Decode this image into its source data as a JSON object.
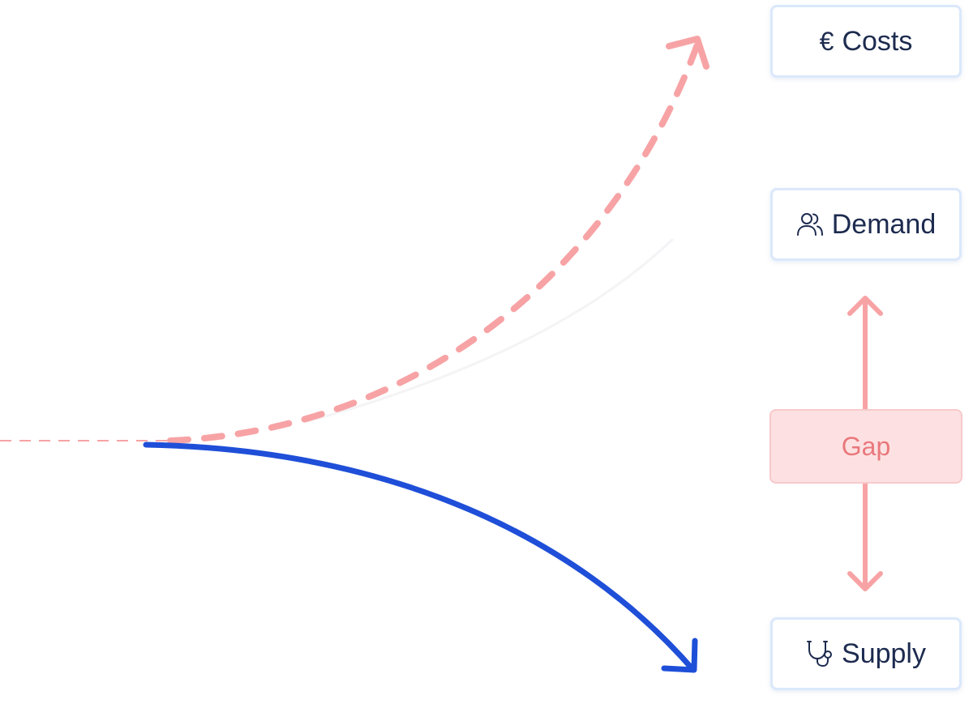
{
  "nodes": {
    "costs": {
      "label": "Costs",
      "icon": "euro-icon"
    },
    "demand": {
      "label": "Demand",
      "icon": "users-icon"
    },
    "gap": {
      "label": "Gap"
    },
    "supply": {
      "label": "Supply",
      "icon": "stethoscope-icon"
    }
  },
  "icons": {
    "euro_glyph": "€"
  },
  "colors": {
    "costs_curve": "#f7a3a5",
    "supply_curve": "#1f4fd8",
    "gap_arrow": "#f7a3a5",
    "gap_fill": "#fde1e2",
    "gap_text": "#e9787c",
    "node_text": "#1d2b4f",
    "node_border": "#dbe8fb"
  }
}
